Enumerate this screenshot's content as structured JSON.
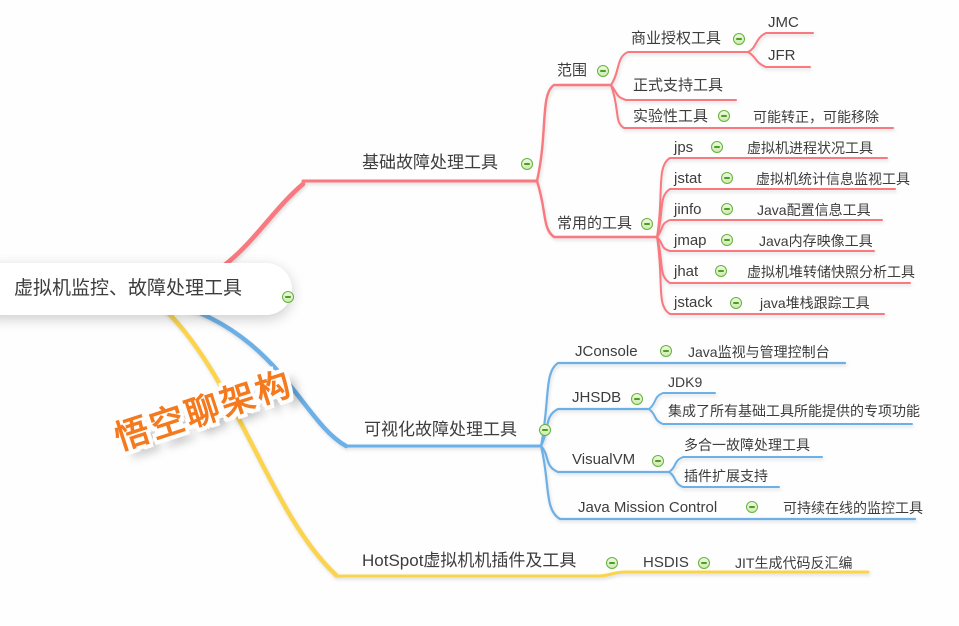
{
  "watermark": "悟空聊架构",
  "icons": {
    "collapse": "minus-circle-icon"
  },
  "colors": {
    "branch_red": "#f8797f",
    "branch_blue": "#6cb0e8",
    "branch_yellow": "#fbd44c",
    "collapse_green": "#62b43c",
    "watermark_orange": "#f5791d",
    "text": "#3d3d3d"
  },
  "map": {
    "root": {
      "label": "虚拟机监控、故障处理工具"
    },
    "branches": [
      {
        "label": "基础故障处理工具",
        "color": "#f8797f",
        "children": [
          {
            "label": "范围",
            "children": [
              {
                "label": "商业授权工具",
                "children": [
                  {
                    "label": "JMC"
                  },
                  {
                    "label": "JFR"
                  }
                ]
              },
              {
                "label": "正式支持工具"
              },
              {
                "label": "实验性工具",
                "note": "可能转正，可能移除"
              }
            ]
          },
          {
            "label": "常用的工具",
            "children": [
              {
                "label": "jps",
                "note": "虚拟机进程状况工具"
              },
              {
                "label": "jstat",
                "note": "虚拟机统计信息监视工具"
              },
              {
                "label": "jinfo",
                "note": "Java配置信息工具"
              },
              {
                "label": "jmap",
                "note": "Java内存映像工具"
              },
              {
                "label": "jhat",
                "note": "虚拟机堆转储快照分析工具"
              },
              {
                "label": "jstack",
                "note": "java堆栈跟踪工具"
              }
            ]
          }
        ]
      },
      {
        "label": "可视化故障处理工具",
        "color": "#6cb0e8",
        "children": [
          {
            "label": "JConsole",
            "note": "Java监视与管理控制台"
          },
          {
            "label": "JHSDB",
            "children": [
              {
                "label": "JDK9"
              },
              {
                "label": "集成了所有基础工具所能提供的专项功能"
              }
            ]
          },
          {
            "label": "VisualVM",
            "children": [
              {
                "label": "多合一故障处理工具"
              },
              {
                "label": "插件扩展支持"
              }
            ]
          },
          {
            "label": "Java Mission Control",
            "note": "可持续在线的监控工具"
          }
        ]
      },
      {
        "label": "HotSpot虚拟机机插件及工具",
        "color": "#fbd44c",
        "children": [
          {
            "label": "HSDIS",
            "note": "JIT生成代码反汇编"
          }
        ]
      }
    ]
  }
}
